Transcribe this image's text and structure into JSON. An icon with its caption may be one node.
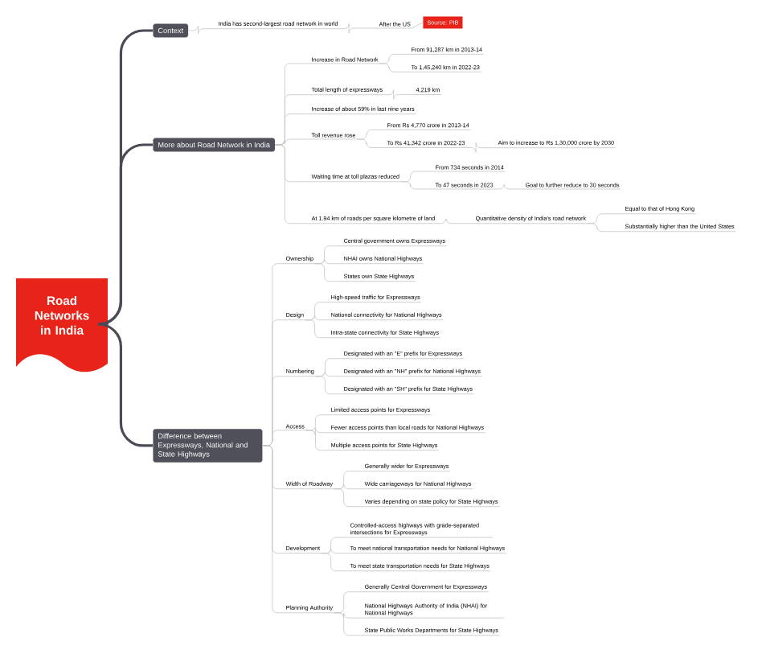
{
  "diagram": {
    "nodes": [
      {
        "text": [
          "Road Networks in India"
        ]
      },
      {
        "text": [
          "Context"
        ]
      },
      {
        "text": [
          "India has second-largest road network in world"
        ]
      },
      {
        "text": [
          "After the US"
        ]
      },
      {
        "text": [
          "Source: PIB"
        ]
      },
      {
        "text": [
          "More about Road Network in India"
        ]
      },
      {
        "text": [
          "Increase in Road Network"
        ]
      },
      {
        "text": [
          "From 91,287 km in 2013-14"
        ]
      },
      {
        "text": [
          "To 1,45,240 km in 2022-23"
        ]
      },
      {
        "text": [
          "Total length of expressways"
        ]
      },
      {
        "text": [
          "4,219 km"
        ]
      },
      {
        "text": [
          "Increase of about 59% in last nine years"
        ]
      },
      {
        "text": [
          "Toll revenue rose"
        ]
      },
      {
        "text": [
          "From Rs 4,770 crore in 2013-14"
        ]
      },
      {
        "text": [
          "To Rs 41,342 crore in 2022-23"
        ]
      },
      {
        "text": [
          "Aim to increase to Rs 1,30,000 crore by 2030"
        ]
      },
      {
        "text": [
          "Waiting time at toll plazas reduced"
        ]
      },
      {
        "text": [
          "From 734 seconds in 2014"
        ]
      },
      {
        "text": [
          "To 47 seconds in 2023"
        ]
      },
      {
        "text": [
          "Goal to further reduce to 30 seconds"
        ]
      },
      {
        "text": [
          "At 1.94 km of roads per square kilometre of land"
        ]
      },
      {
        "text": [
          "Quantitative density of India's road network"
        ]
      },
      {
        "text": [
          "Equal to that of Hong Kong"
        ]
      },
      {
        "text": [
          "Substantially higher than the United States"
        ]
      },
      {
        "text": [
          "Difference between Expressways, National and State Highways"
        ]
      },
      {
        "text": [
          "Ownership"
        ]
      },
      {
        "text": [
          "Central government owns Expressways"
        ]
      },
      {
        "text": [
          "NHAI owns National Highways"
        ]
      },
      {
        "text": [
          "States own State Highways"
        ]
      },
      {
        "text": [
          "Design"
        ]
      },
      {
        "text": [
          "High-speed traffic for Expressways"
        ]
      },
      {
        "text": [
          "National connectivity for National Highways"
        ]
      },
      {
        "text": [
          "Intra-state connectivity for State Highways"
        ]
      },
      {
        "text": [
          "Numbering"
        ]
      },
      {
        "text": [
          "Designated with an \"E\" prefix for Expressways"
        ]
      },
      {
        "text": [
          "Designated with an \"NH\" prefix for National Highways"
        ]
      },
      {
        "text": [
          "Designated with an \"SH\" prefix for State Highways"
        ]
      },
      {
        "text": [
          "Access"
        ]
      },
      {
        "text": [
          "Limited access points for Expressways"
        ]
      },
      {
        "text": [
          "Fewer access points than local roads for National Highways"
        ]
      },
      {
        "text": [
          "Multiple access points for State Highways"
        ]
      },
      {
        "text": [
          "Width of Roadway"
        ]
      },
      {
        "text": [
          "Generally wider for Expressways"
        ]
      },
      {
        "text": [
          "Wide carriageways for National Highways"
        ]
      },
      {
        "text": [
          "Varies depending on state policy for State Highways"
        ]
      },
      {
        "text": [
          "Development"
        ]
      },
      {
        "text": [
          "Controlled-access highways with grade-separated intersections for Expressways"
        ]
      },
      {
        "text": [
          "To meet national transportation needs for National Highways"
        ]
      },
      {
        "text": [
          "To meet state transportation needs for State Highways"
        ]
      },
      {
        "text": [
          "Planning Authority"
        ]
      },
      {
        "text": [
          "Generally Central Government for Expressways"
        ]
      },
      {
        "text": [
          "National Highways Authority of India (NHAI) for National Highways"
        ]
      },
      {
        "text": [
          "State Public Works Departments for State Highways"
        ]
      }
    ],
    "edges": [
      {
        "from": 0,
        "to": 1,
        "arrow": "none",
        "color": "#4b4b55"
      },
      {
        "from": 0,
        "to": 5,
        "arrow": "none",
        "color": "#4b4b55"
      },
      {
        "from": 0,
        "to": 24,
        "arrow": "none",
        "color": "#4b4b55"
      },
      {
        "from": 1,
        "to": 2,
        "arrow": "none"
      },
      {
        "from": 2,
        "to": 3,
        "arrow": "none"
      },
      {
        "from": 3,
        "to": 4,
        "arrow": "none"
      },
      {
        "from": 5,
        "to": 6,
        "arrow": "none"
      },
      {
        "from": 5,
        "to": 9,
        "arrow": "none"
      },
      {
        "from": 5,
        "to": 11,
        "arrow": "none"
      },
      {
        "from": 5,
        "to": 12,
        "arrow": "none"
      },
      {
        "from": 5,
        "to": 16,
        "arrow": "none"
      },
      {
        "from": 5,
        "to": 20,
        "arrow": "none"
      },
      {
        "from": 6,
        "to": 7,
        "arrow": "none"
      },
      {
        "from": 6,
        "to": 8,
        "arrow": "none"
      },
      {
        "from": 9,
        "to": 10,
        "arrow": "none"
      },
      {
        "from": 12,
        "to": 13,
        "arrow": "none"
      },
      {
        "from": 12,
        "to": 14,
        "arrow": "none"
      },
      {
        "from": 14,
        "to": 15,
        "arrow": "none"
      },
      {
        "from": 16,
        "to": 17,
        "arrow": "none"
      },
      {
        "from": 16,
        "to": 18,
        "arrow": "none"
      },
      {
        "from": 18,
        "to": 19,
        "arrow": "none"
      },
      {
        "from": 20,
        "to": 21,
        "arrow": "none"
      },
      {
        "from": 21,
        "to": 22,
        "arrow": "none"
      },
      {
        "from": 21,
        "to": 23,
        "arrow": "none"
      },
      {
        "from": 24,
        "to": 25,
        "arrow": "none"
      },
      {
        "from": 24,
        "to": 29,
        "arrow": "none"
      },
      {
        "from": 24,
        "to": 33,
        "arrow": "none"
      },
      {
        "from": 24,
        "to": 37,
        "arrow": "none"
      },
      {
        "from": 24,
        "to": 41,
        "arrow": "none"
      },
      {
        "from": 24,
        "to": 45,
        "arrow": "none"
      },
      {
        "from": 24,
        "to": 49,
        "arrow": "none"
      },
      {
        "from": 25,
        "to": 26,
        "arrow": "none"
      },
      {
        "from": 25,
        "to": 27,
        "arrow": "none"
      },
      {
        "from": 25,
        "to": 28,
        "arrow": "none"
      },
      {
        "from": 29,
        "to": 30,
        "arrow": "none"
      },
      {
        "from": 29,
        "to": 31,
        "arrow": "none"
      },
      {
        "from": 29,
        "to": 32,
        "arrow": "none"
      },
      {
        "from": 33,
        "to": 34,
        "arrow": "none"
      },
      {
        "from": 33,
        "to": 35,
        "arrow": "none"
      },
      {
        "from": 33,
        "to": 36,
        "arrow": "none"
      },
      {
        "from": 37,
        "to": 38,
        "arrow": "none"
      },
      {
        "from": 37,
        "to": 39,
        "arrow": "none"
      },
      {
        "from": 37,
        "to": 40,
        "arrow": "none"
      },
      {
        "from": 41,
        "to": 42,
        "arrow": "none"
      },
      {
        "from": 41,
        "to": 43,
        "arrow": "none"
      },
      {
        "from": 41,
        "to": 44,
        "arrow": "none"
      },
      {
        "from": 45,
        "to": 46,
        "arrow": "none"
      },
      {
        "from": 45,
        "to": 47,
        "arrow": "none"
      },
      {
        "from": 45,
        "to": 48,
        "arrow": "none"
      },
      {
        "from": 49,
        "to": 50,
        "arrow": "none"
      },
      {
        "from": 49,
        "to": 51,
        "arrow": "none"
      },
      {
        "from": 49,
        "to": 52,
        "arrow": "none"
      }
    ]
  }
}
